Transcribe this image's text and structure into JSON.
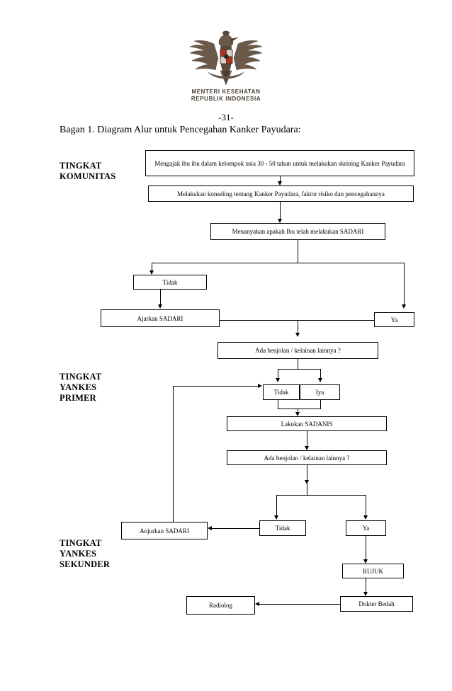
{
  "document": {
    "emblem": {
      "icon": "garuda-pancasila-emblem",
      "caption": "MENTERI KESEHATAN\nREPUBLIK INDONESIA"
    },
    "page_number": "-31-",
    "title": "Bagan 1. Diagram Alur untuk Pencegahan Kanker Payudara:"
  },
  "tiers": [
    {
      "id": "komunitas",
      "label": "TINGKAT\nKOMUNITAS"
    },
    {
      "id": "yankes-primer",
      "label": "TINGKAT\nYANKES\nPRIMER"
    },
    {
      "id": "yankes-sekunder",
      "label": "TINGKAT\nYANKES\nSEKUNDER"
    }
  ],
  "flowchart": {
    "nodes": [
      {
        "id": "ajak-skrining",
        "text": "Mengajak ibu ibu dalam kelompok usia 30 - 50  tahun untuk melakukan skrining Kanker Payudara"
      },
      {
        "id": "konseling",
        "text": "Melakukan konseling tentang Kanker Payudara, faktor risiko dan pencegahannya"
      },
      {
        "id": "tanya-sadari",
        "text": "Menanyakan apakah Ibu telah melakukan SADARI"
      },
      {
        "id": "tidak-1",
        "text": "Tidak"
      },
      {
        "id": "ajarkan-sadari",
        "text": "Ajarkan SADARI"
      },
      {
        "id": "ya-1",
        "text": "Ya"
      },
      {
        "id": "benjolan-1",
        "text": "Ada benjolan / kelainan lainnya ?"
      },
      {
        "id": "tidak-2",
        "text": "Tidak"
      },
      {
        "id": "iya-2",
        "text": "Iya"
      },
      {
        "id": "lakukan-sadanis",
        "text": "Lakukan SADANIS"
      },
      {
        "id": "benjolan-2",
        "text": "Ada benjolan / kelainan lainnya ?"
      },
      {
        "id": "tidak-3",
        "text": "Tidak"
      },
      {
        "id": "ya-3",
        "text": "Ya"
      },
      {
        "id": "anjurkan-sadari",
        "text": "Anjurkan SADARI"
      },
      {
        "id": "rujuk",
        "text": "RUJUK"
      },
      {
        "id": "dokter-bedah",
        "text": "Dokter Bedah"
      },
      {
        "id": "radiolog",
        "text": "Radiolog"
      }
    ]
  },
  "colors": {
    "line": "#000000",
    "text": "#000000",
    "background": "#ffffff",
    "emblem_caption": "#4a4038"
  }
}
